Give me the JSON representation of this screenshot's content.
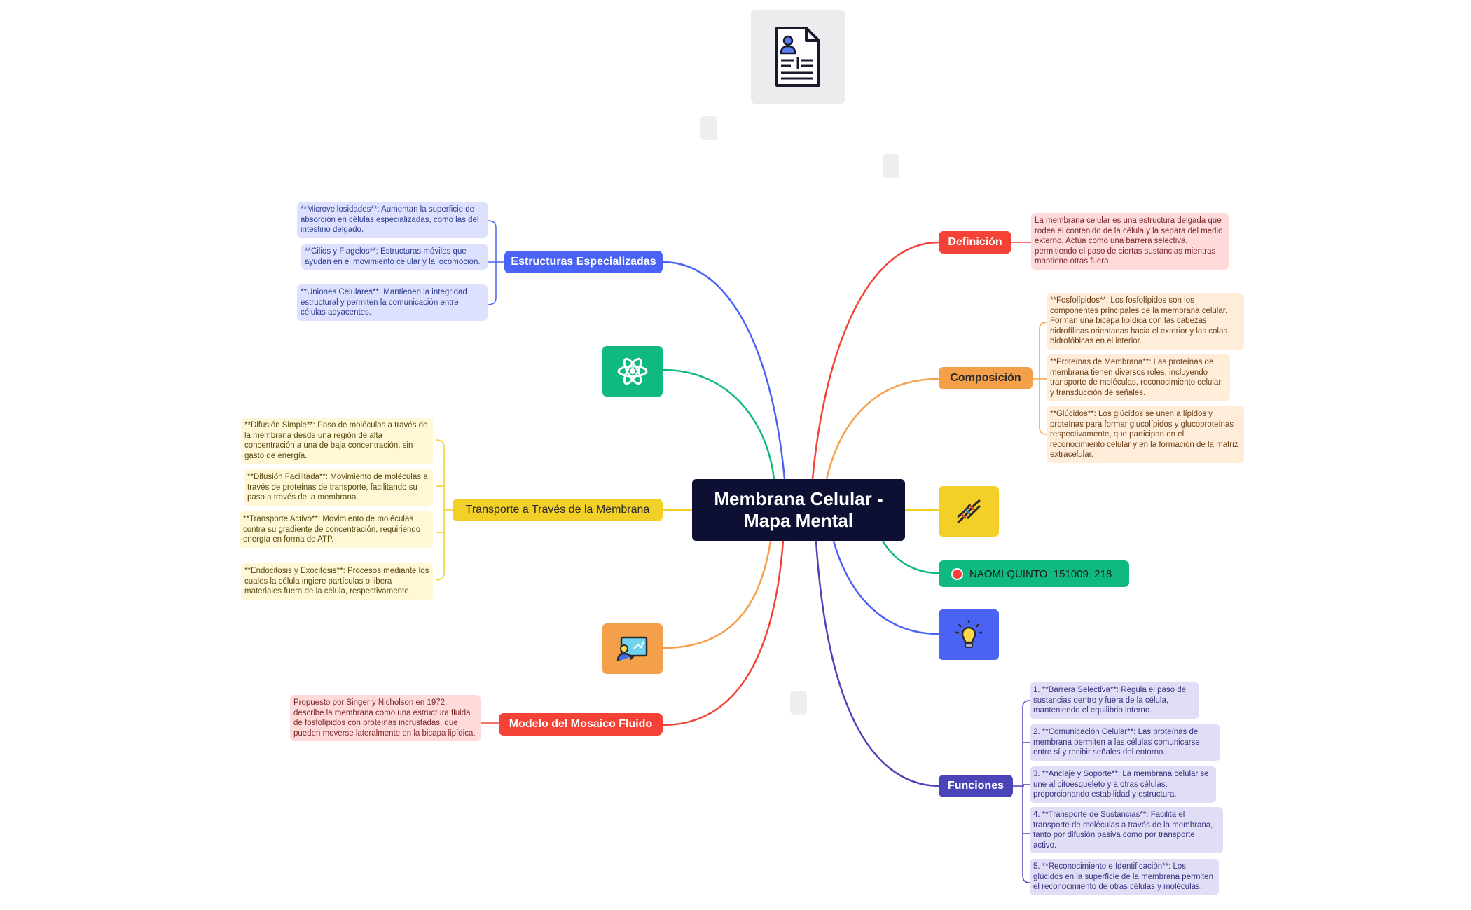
{
  "central": {
    "title": "Membrana Celular - Mapa Mental"
  },
  "branches": {
    "definicion": "Definición",
    "composicion": "Composición",
    "funciones": "Funciones",
    "estructuras": "Estructuras Especializadas",
    "transporte": "Transporte a Través de la Membrana",
    "modelo": "Modelo del Mosaico Fluido",
    "autor": "NAOMI QUINTO_151009_218"
  },
  "leaves": {
    "definicion": [
      "La membrana celular es una estructura delgada que rodea el contenido de la célula y la separa del medio externo. Actúa como una barrera selectiva, permitiendo el paso de ciertas sustancias mientras mantiene otras fuera."
    ],
    "composicion": [
      "**Fosfolípidos**: Los fosfolípidos son los componentes principales de la membrana celular. Forman una bicapa lipídica con las cabezas hidrofílicas orientadas hacia el exterior y las colas hidrofóbicas en el interior.",
      "**Proteínas de Membrana**: Las proteínas de membrana tienen diversos roles, incluyendo transporte de moléculas, reconocimiento celular y transducción de señales.",
      "**Glúcidos**: Los glúcidos se unen a lípidos y proteínas para formar glucolípidos y glucoproteínas respectivamente, que participan en el reconocimiento celular y en la formación de la matriz extracelular."
    ],
    "funciones": [
      "1. **Barrera Selectiva**: Regula el paso de sustancias dentro y fuera de la célula, manteniendo el equilibrio interno.",
      "2. **Comunicación Celular**: Las proteínas de membrana permiten a las células comunicarse entre sí y recibir señales del entorno.",
      "3. **Anclaje y Soporte**: La membrana celular se une al citoesqueleto y a otras células, proporcionando estabilidad y estructura.",
      "4. **Transporte de Sustancias**: Facilita el transporte de moléculas a través de la membrana, tanto por difusión pasiva como por transporte activo.",
      "5. **Reconocimiento e Identificación**: Los glúcidos en la superficie de la membrana permiten el reconocimiento de otras células y moléculas."
    ],
    "estructuras": [
      "**Microvellosidades**: Aumentan la superficie de absorción en células especializadas, como las del intestino delgado.",
      "**Cilios y Flagelos**: Estructuras móviles que ayudan en el movimiento celular y la locomoción.",
      "**Uniones Celulares**: Mantienen la integridad estructural y permiten la comunicación entre células adyacentes."
    ],
    "transporte": [
      "**Difusión Simple**: Paso de moléculas a través de la membrana desde una región de alta concentración a una de baja concentración, sin gasto de energía.",
      "**Difusión Facilitada**: Movimiento de moléculas a través de proteínas de transporte, facilitando su paso a través de la membrana.",
      "**Transporte Activo**: Movimiento de moléculas contra su gradiente de concentración, requiriendo energía en forma de ATP.",
      "**Endocitosis y Exocitosis**: Procesos mediante los cuales la célula ingiere partículas o libera materiales fuera de la célula, respectivamente."
    ],
    "modelo": [
      "Propuesto por Singer y Nicholson en 1972, describe la membrana como una estructura fluida de fosfolípidos con proteínas incrustadas, que pueden moverse lateralmente en la bicapa lipídica."
    ]
  },
  "icons": {
    "top": "document-person-icon",
    "atom": "atom-icon",
    "dna": "dna-icon",
    "bulb": "lightbulb-icon",
    "teacher": "teacher-board-icon"
  },
  "colors": {
    "central": "#0d1033",
    "red": "#f44336",
    "orange": "#f4a04b",
    "blue": "#4a63f5",
    "green": "#10b981",
    "yellow": "#f2d027",
    "violet": "#4b43b8"
  }
}
